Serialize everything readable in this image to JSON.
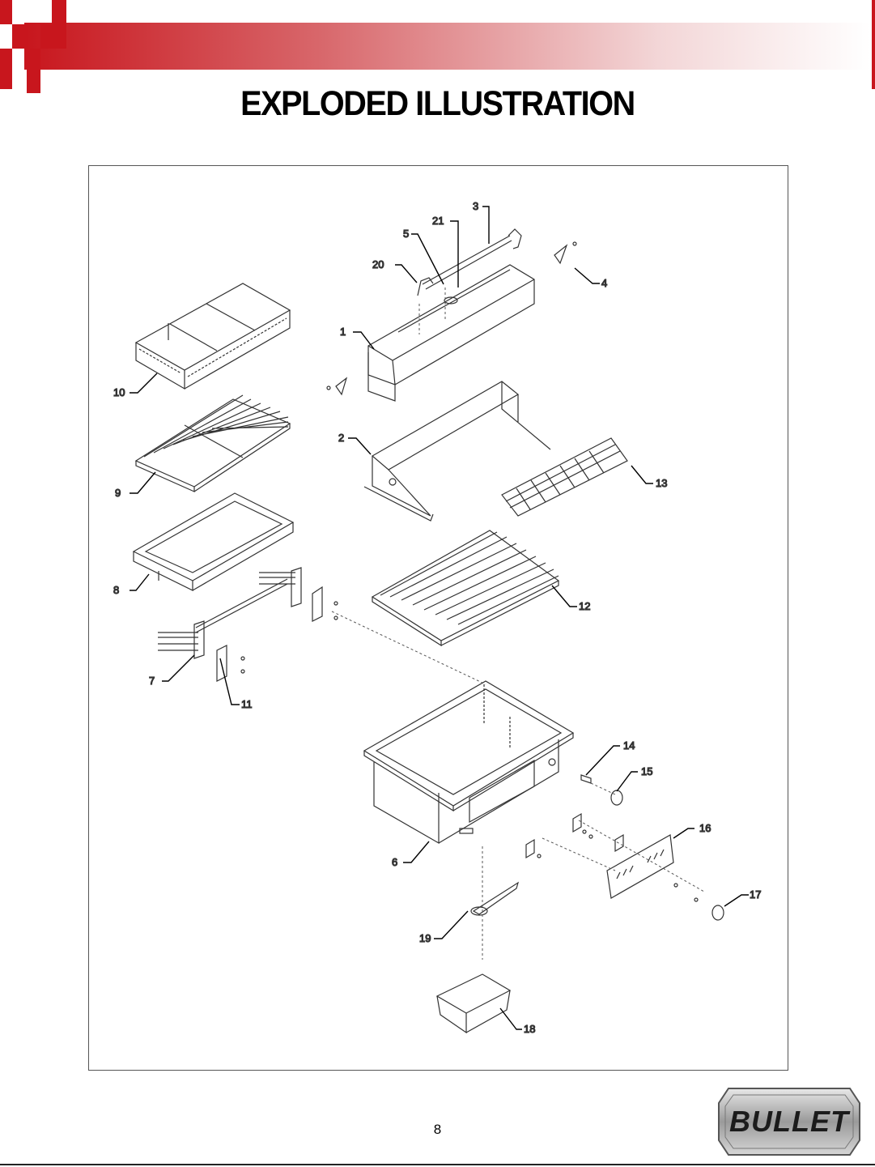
{
  "page": {
    "title": "EXPLODED ILLUSTRATION",
    "page_number": "8"
  },
  "brand": {
    "logo_text": "BULLET",
    "accent": "#c8161d"
  },
  "diagram": {
    "callouts": [
      {
        "id": "c1",
        "label": "1"
      },
      {
        "id": "c2",
        "label": "2"
      },
      {
        "id": "c3",
        "label": "3"
      },
      {
        "id": "c4",
        "label": "4"
      },
      {
        "id": "c5",
        "label": "5"
      },
      {
        "id": "c6",
        "label": "6"
      },
      {
        "id": "c7",
        "label": "7"
      },
      {
        "id": "c8",
        "label": "8"
      },
      {
        "id": "c9",
        "label": "9"
      },
      {
        "id": "c10",
        "label": "10"
      },
      {
        "id": "c11",
        "label": "11"
      },
      {
        "id": "c12",
        "label": "12"
      },
      {
        "id": "c13",
        "label": "13"
      },
      {
        "id": "c14",
        "label": "14"
      },
      {
        "id": "c15",
        "label": "15"
      },
      {
        "id": "c16",
        "label": "16"
      },
      {
        "id": "c17",
        "label": "17"
      },
      {
        "id": "c18",
        "label": "18"
      },
      {
        "id": "c19",
        "label": "19"
      },
      {
        "id": "c20",
        "label": "20"
      },
      {
        "id": "c21",
        "label": "21"
      }
    ]
  }
}
